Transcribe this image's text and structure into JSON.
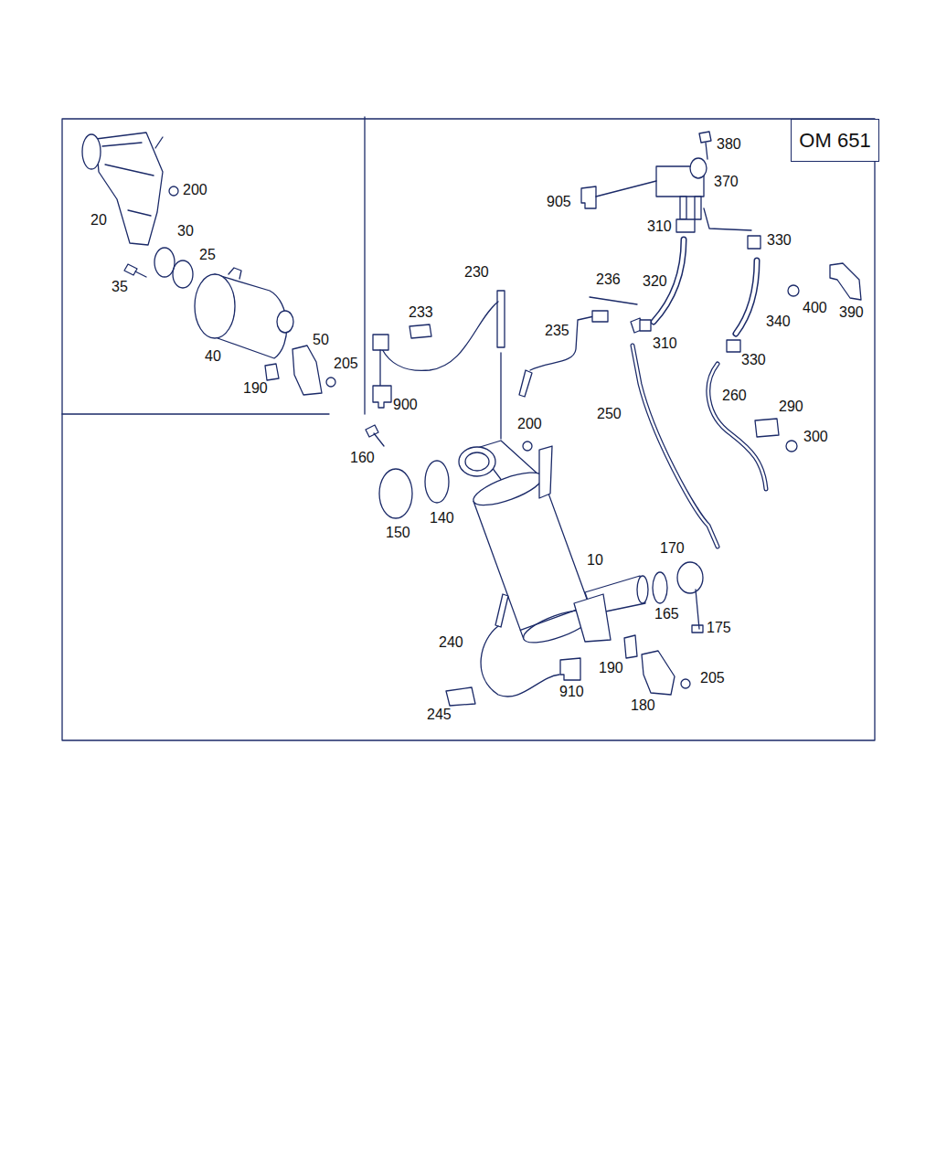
{
  "diagram": {
    "nodes": [
      {
        "text": [
          "OM 651"
        ]
      }
    ],
    "edges": [],
    "labels": [
      "380",
      "370",
      "905",
      "310",
      "330",
      "320",
      "230",
      "236",
      "233",
      "235",
      "310",
      "340",
      "330",
      "400",
      "390",
      "200",
      "20",
      "30",
      "25",
      "35",
      "40",
      "50",
      "190",
      "205",
      "900",
      "250",
      "260",
      "290",
      "300",
      "200",
      "160",
      "140",
      "150",
      "10",
      "170",
      "165",
      "175",
      "240",
      "190",
      "910",
      "205",
      "180",
      "245"
    ]
  }
}
